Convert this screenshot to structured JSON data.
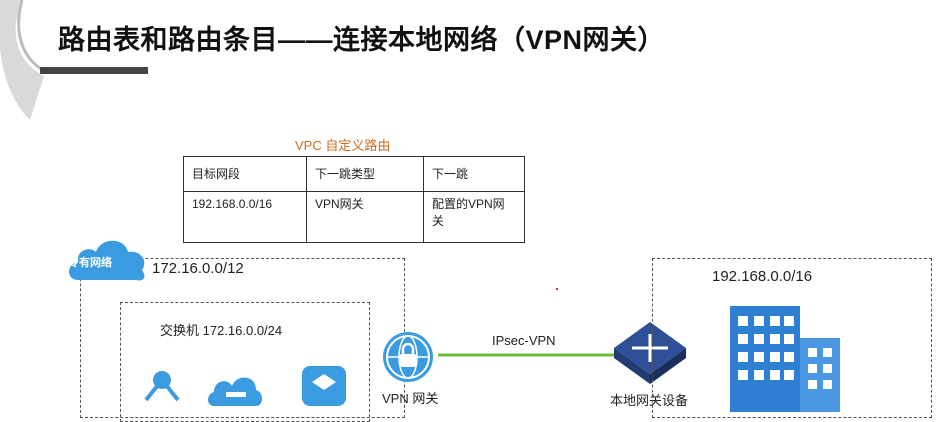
{
  "title": "路由表和路由条目——连接本地网络（VPN网关）",
  "route_table": {
    "caption": "VPC 自定义路由",
    "headers": [
      "目标网段",
      "下一跳类型",
      "下一跳"
    ],
    "rows": [
      [
        "192.168.0.0/16",
        "VPN网关",
        "配置的VPN网关"
      ]
    ]
  },
  "vpc": {
    "badge": "专有网络",
    "cidr": "172.16.0.0/12",
    "vswitch_label": "交换机 172.16.0.0/24"
  },
  "vpn_gateway_label": "VPN 网关",
  "link_label": "IPsec-VPN",
  "local_network": {
    "cidr": "192.168.0.0/16",
    "device_label": "本地网关设备"
  },
  "colors": {
    "accent_orange": "#d46a1e",
    "cloud_blue": "#3b9be0",
    "link_green": "#6dbb3c",
    "router_navy": "#2f4f99"
  }
}
